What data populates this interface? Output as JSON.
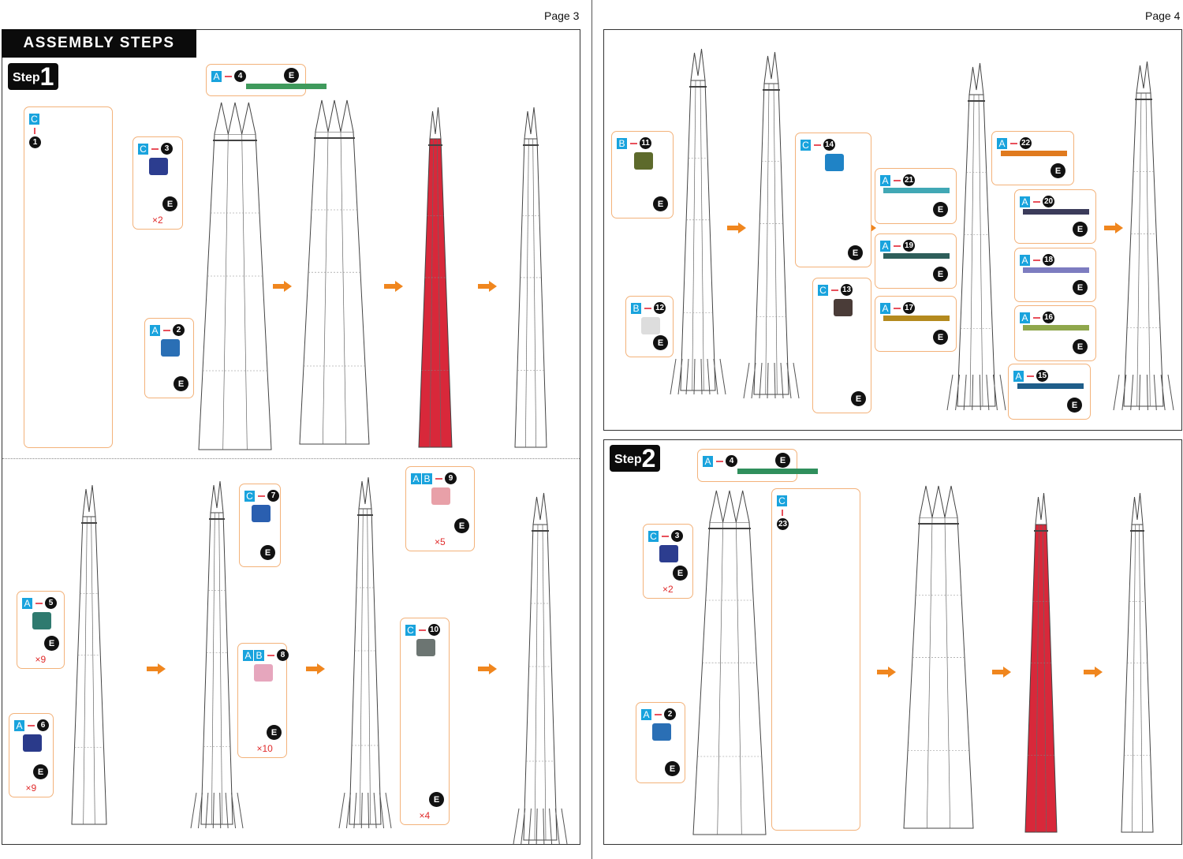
{
  "pages": [
    {
      "label": "Page 3"
    },
    {
      "label": "Page 4"
    }
  ],
  "header": {
    "title": "ASSEMBLY STEPS"
  },
  "steps": [
    {
      "word": "Step",
      "number": "1"
    },
    {
      "word": "Step",
      "number": "2"
    }
  ],
  "connector_label": "E",
  "callouts": [
    {
      "letters": [
        "C"
      ],
      "number": "1",
      "multiplier": ""
    },
    {
      "letters": [
        "C"
      ],
      "number": "3",
      "multiplier": "×2"
    },
    {
      "letters": [
        "A"
      ],
      "number": "4",
      "multiplier": ""
    },
    {
      "letters": [
        "A"
      ],
      "number": "2",
      "multiplier": ""
    },
    {
      "letters": [
        "A"
      ],
      "number": "5",
      "multiplier": "×9"
    },
    {
      "letters": [
        "A"
      ],
      "number": "6",
      "multiplier": "×9"
    },
    {
      "letters": [
        "C"
      ],
      "number": "7",
      "multiplier": ""
    },
    {
      "letters": [
        "A",
        "B"
      ],
      "number": "8",
      "multiplier": "×10"
    },
    {
      "letters": [
        "A",
        "B"
      ],
      "number": "9",
      "multiplier": "×5"
    },
    {
      "letters": [
        "C"
      ],
      "number": "10",
      "multiplier": "×4"
    },
    {
      "letters": [
        "B"
      ],
      "number": "11",
      "multiplier": ""
    },
    {
      "letters": [
        "B"
      ],
      "number": "12",
      "multiplier": ""
    },
    {
      "letters": [
        "C"
      ],
      "number": "14",
      "multiplier": ""
    },
    {
      "letters": [
        "C"
      ],
      "number": "13",
      "multiplier": ""
    },
    {
      "letters": [
        "A"
      ],
      "number": "21",
      "multiplier": ""
    },
    {
      "letters": [
        "A"
      ],
      "number": "19",
      "multiplier": ""
    },
    {
      "letters": [
        "A"
      ],
      "number": "17",
      "multiplier": ""
    },
    {
      "letters": [
        "A"
      ],
      "number": "22",
      "multiplier": ""
    },
    {
      "letters": [
        "A"
      ],
      "number": "20",
      "multiplier": ""
    },
    {
      "letters": [
        "A"
      ],
      "number": "18",
      "multiplier": ""
    },
    {
      "letters": [
        "A"
      ],
      "number": "16",
      "multiplier": ""
    },
    {
      "letters": [
        "A"
      ],
      "number": "15",
      "multiplier": ""
    },
    {
      "letters": [
        "A"
      ],
      "number": "4",
      "multiplier": ""
    },
    {
      "letters": [
        "C"
      ],
      "number": "3",
      "multiplier": "×2"
    },
    {
      "letters": [
        "A"
      ],
      "number": "2",
      "multiplier": ""
    },
    {
      "letters": [
        "C"
      ],
      "number": "23",
      "multiplier": ""
    }
  ],
  "colors": {
    "accent": "#f0861e",
    "part_tag": "#19a3dd",
    "highlight": "#d8283a",
    "callout_border": "#f3b27a"
  }
}
